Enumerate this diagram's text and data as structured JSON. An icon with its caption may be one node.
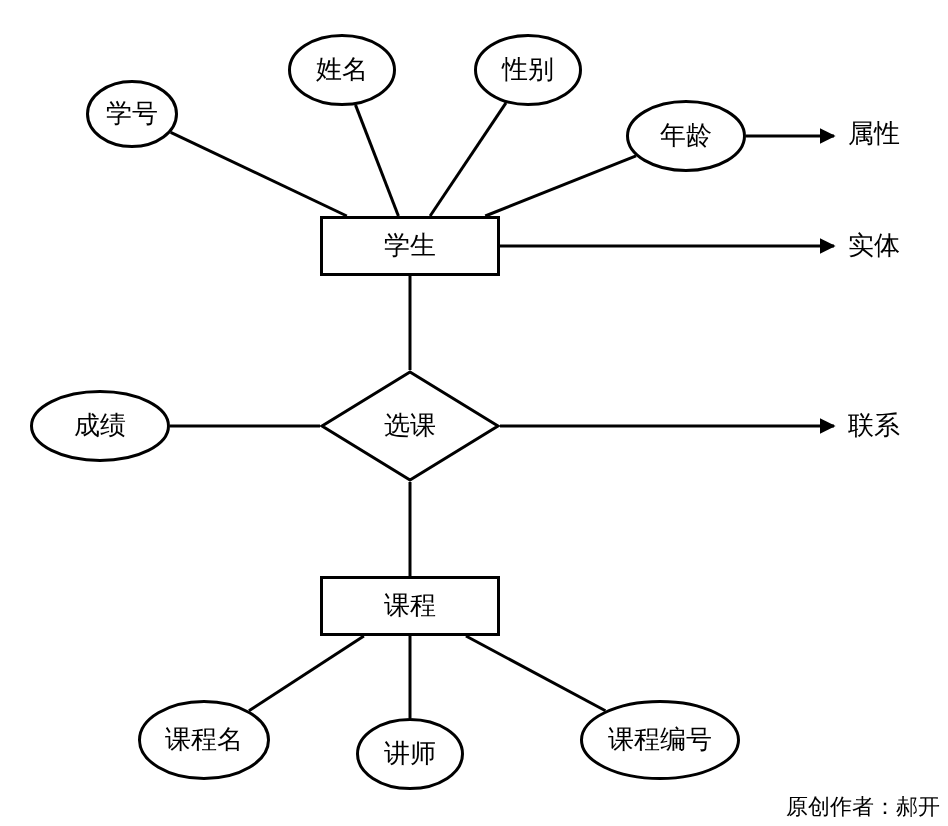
{
  "diagram": {
    "nodes": [
      {
        "text": [
          "学号"
        ]
      },
      {
        "text": [
          "姓名"
        ]
      },
      {
        "text": [
          "性别"
        ]
      },
      {
        "text": [
          "年龄"
        ]
      },
      {
        "text": [
          "学生"
        ]
      },
      {
        "text": [
          "成绩"
        ]
      },
      {
        "text": [
          "选课"
        ]
      },
      {
        "text": [
          "课程"
        ]
      },
      {
        "text": [
          "课程名"
        ]
      },
      {
        "text": [
          "讲师"
        ]
      },
      {
        "text": [
          "课程编号"
        ]
      },
      {
        "text": [
          "属性"
        ]
      },
      {
        "text": [
          "实体"
        ]
      },
      {
        "text": [
          "联系"
        ]
      }
    ],
    "edges": [
      {
        "from": 0,
        "to": 4,
        "arrow": "none"
      },
      {
        "from": 1,
        "to": 4,
        "arrow": "none"
      },
      {
        "from": 2,
        "to": 4,
        "arrow": "none"
      },
      {
        "from": 3,
        "to": 4,
        "arrow": "none"
      },
      {
        "from": 4,
        "to": 6,
        "arrow": "none"
      },
      {
        "from": 5,
        "to": 6,
        "arrow": "none"
      },
      {
        "from": 6,
        "to": 7,
        "arrow": "none"
      },
      {
        "from": 7,
        "to": 8,
        "arrow": "none"
      },
      {
        "from": 7,
        "to": 9,
        "arrow": "none"
      },
      {
        "from": 7,
        "to": 10,
        "arrow": "none"
      },
      {
        "from": 3,
        "to": 11,
        "arrow": "to"
      },
      {
        "from": 4,
        "to": 12,
        "arrow": "to"
      },
      {
        "from": 6,
        "to": 13,
        "arrow": "to"
      }
    ],
    "labels": [
      "原创作者：郝开"
    ]
  }
}
